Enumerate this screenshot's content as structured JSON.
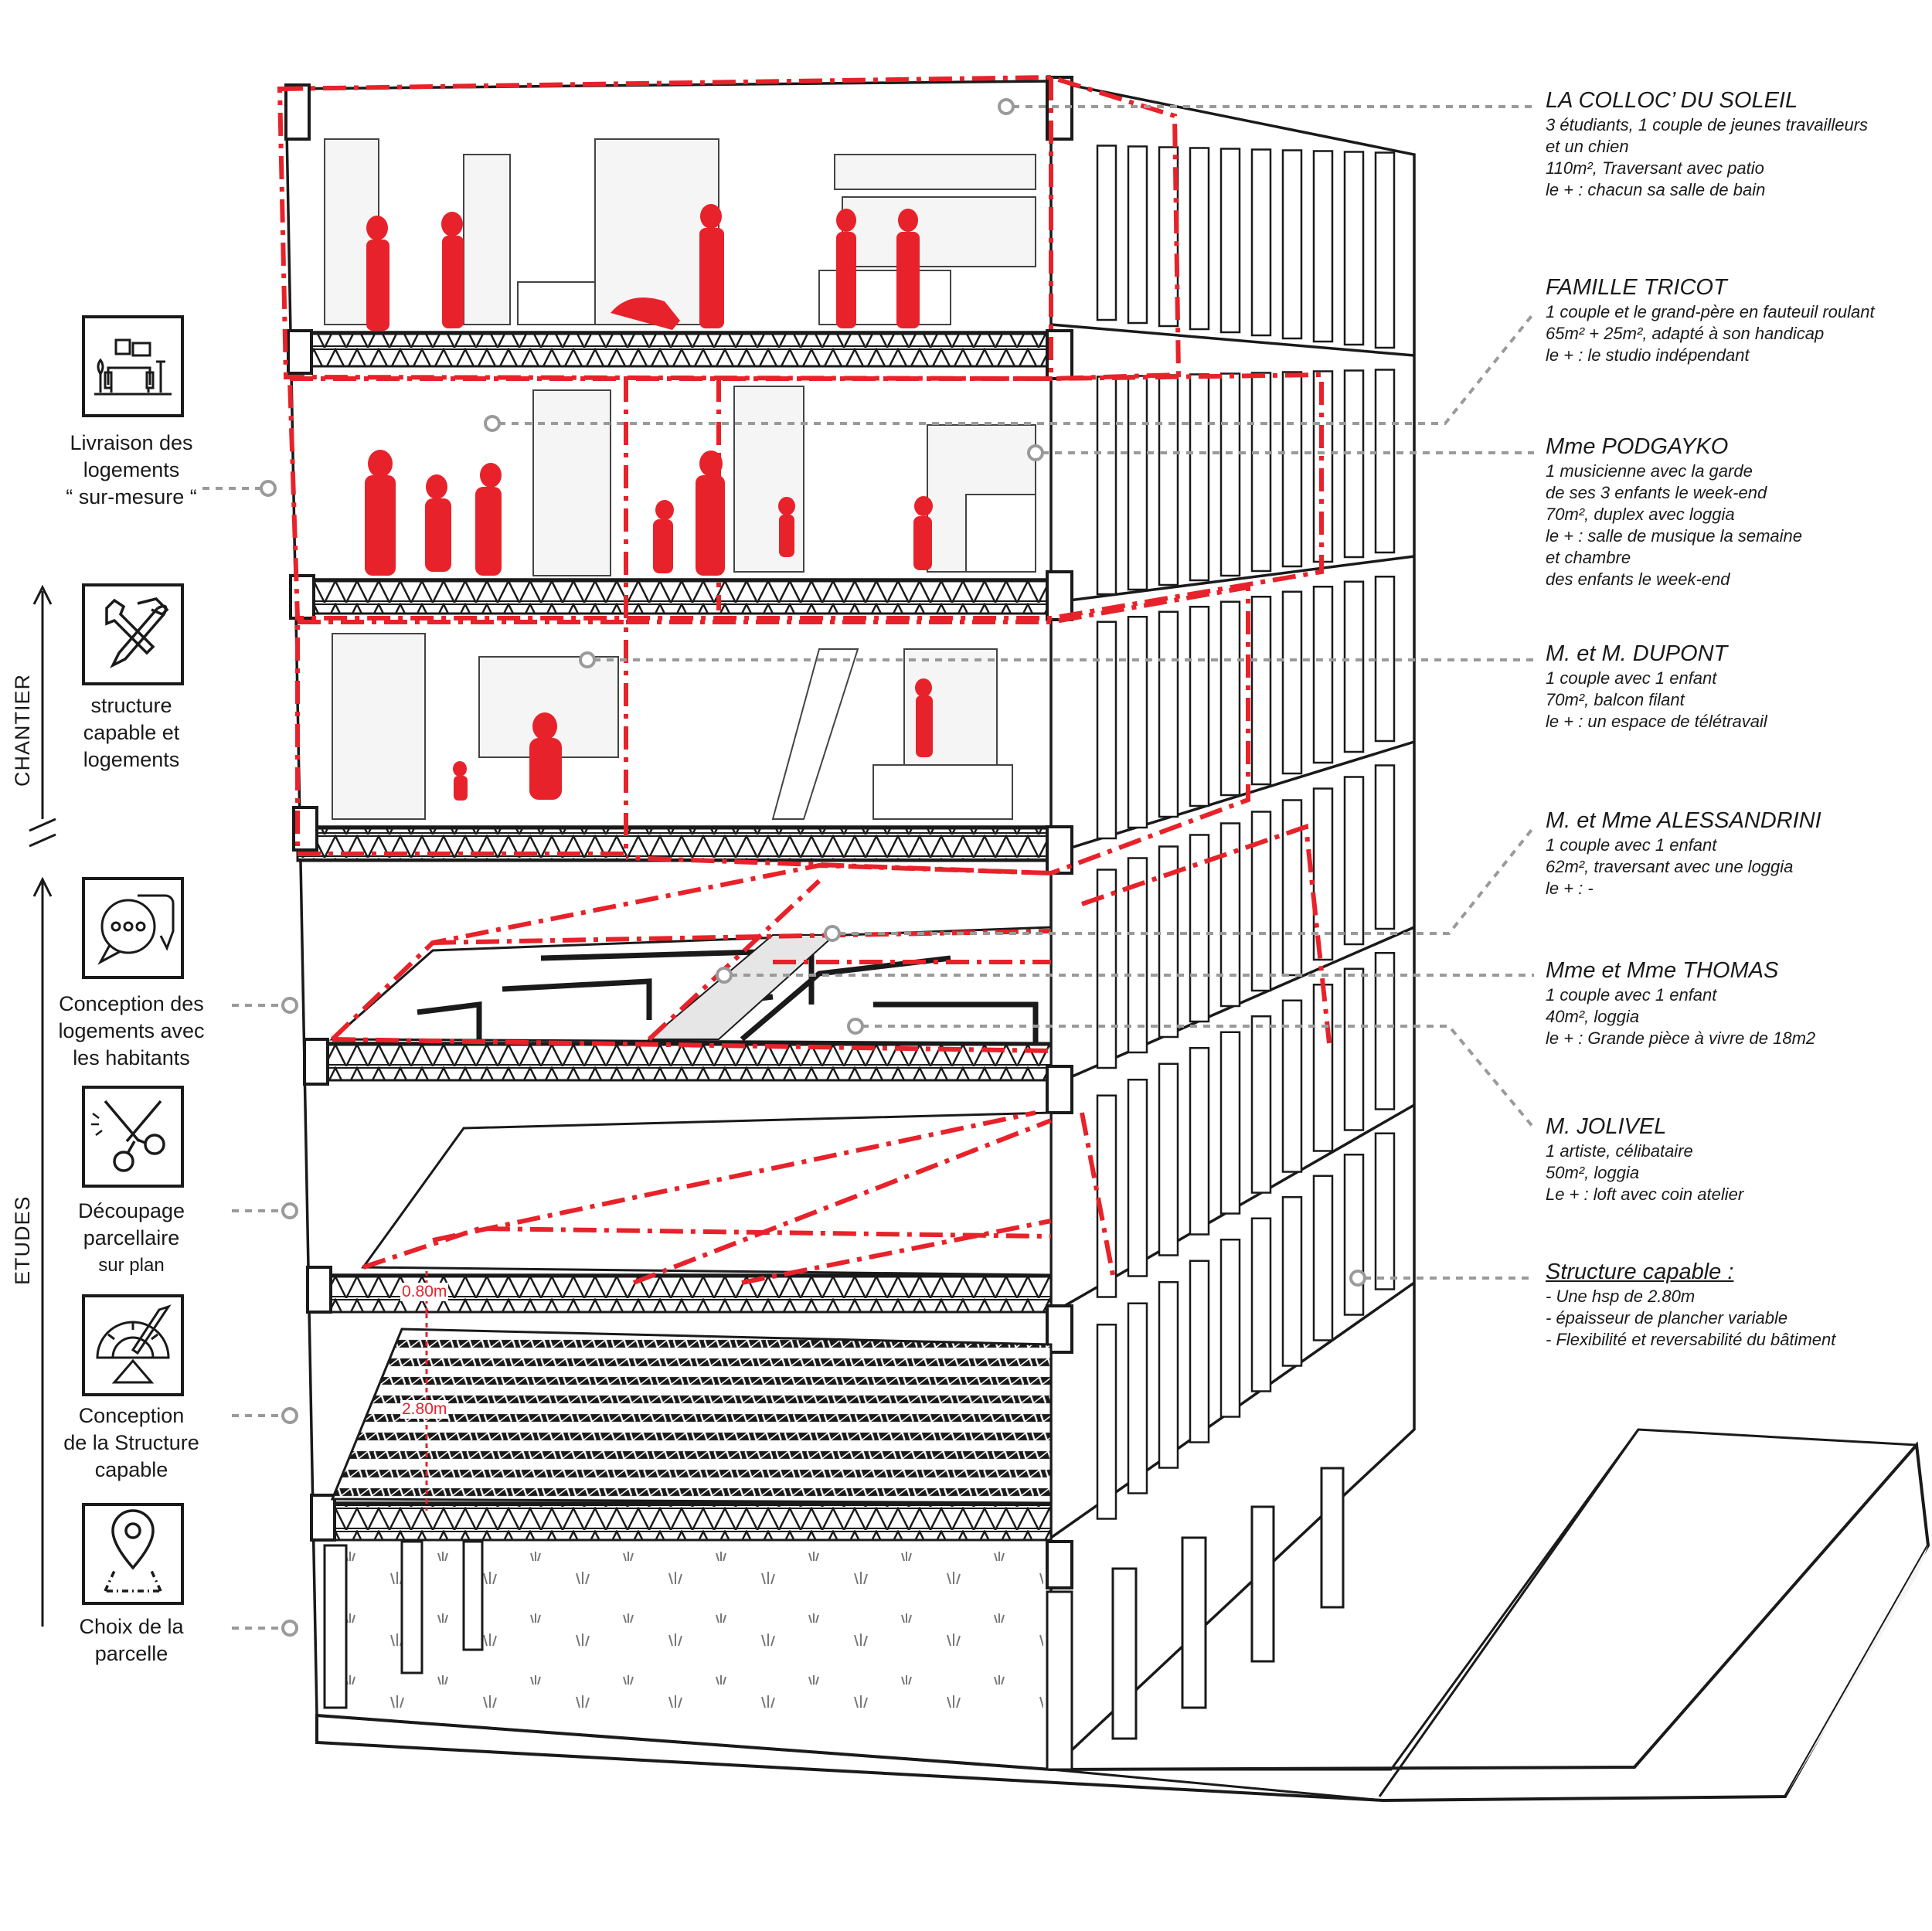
{
  "colors": {
    "accent_red": "#e8222a",
    "line_black": "#1a1a1a",
    "leader_grey": "#9a9a9a",
    "background": "#ffffff"
  },
  "axis": {
    "chantier": "CHANTIER",
    "etudes": "ETUDES"
  },
  "steps": [
    {
      "icon": "living-room-icon",
      "lines": [
        "Livraison des",
        "logements",
        "“ sur-mesure “"
      ]
    },
    {
      "icon": "tools-icon",
      "lines": [
        "structure",
        "capable et",
        "logements"
      ]
    },
    {
      "icon": "speech-bubbles-icon",
      "lines": [
        "Conception des",
        "logements avec",
        "les habitants"
      ]
    },
    {
      "icon": "scissors-icon",
      "lines": [
        "Découpage",
        "parcellaire",
        "sur plan"
      ]
    },
    {
      "icon": "protractor-icon",
      "lines": [
        "Conception",
        "de la Structure",
        "capable"
      ]
    },
    {
      "icon": "map-pin-icon",
      "lines": [
        "Choix de la",
        "parcelle"
      ]
    }
  ],
  "units": [
    {
      "title": "LA COLLOC’ DU SOLEIL",
      "lines": [
        "3 étudiants, 1 couple de jeunes travailleurs",
        "et un chien",
        "110m², Traversant avec patio",
        "le + : chacun sa salle de bain"
      ]
    },
    {
      "title": "FAMILLE TRICOT",
      "lines": [
        "1 couple et le grand-père en fauteuil roulant",
        "65m² + 25m², adapté à son handicap",
        "le + : le studio indépendant"
      ]
    },
    {
      "title": "Mme PODGAYKO",
      "lines": [
        "1 musicienne avec la garde",
        "de ses 3 enfants le week-end",
        "70m², duplex avec loggia",
        "le + : salle de musique la semaine",
        "et chambre",
        "des enfants le week-end"
      ]
    },
    {
      "title": "M. et M. DUPONT",
      "lines": [
        "1 couple avec 1 enfant",
        "70m², balcon filant",
        "le + : un espace de télétravail"
      ]
    },
    {
      "title": "M. et Mme ALESSANDRINI",
      "lines": [
        "1 couple avec 1 enfant",
        "62m², traversant avec une loggia",
        "le + : -"
      ]
    },
    {
      "title": "Mme et Mme THOMAS",
      "lines": [
        "1 couple avec 1 enfant",
        "40m², loggia",
        "le + : Grande pièce à vivre de 18m2"
      ]
    },
    {
      "title": "M. JOLIVEL",
      "lines": [
        "1 artiste, célibataire",
        "50m², loggia",
        "Le + : loft avec coin atelier"
      ]
    }
  ],
  "structure": {
    "title": "Structure capable :",
    "lines": [
      "- Une hsp de 2.80m",
      "- épaisseur de plancher variable",
      "- Flexibilité et reversabilité du bâtiment"
    ]
  },
  "dimensions": {
    "floor_thickness": "0.80m",
    "ceiling_height": "2.80m"
  }
}
